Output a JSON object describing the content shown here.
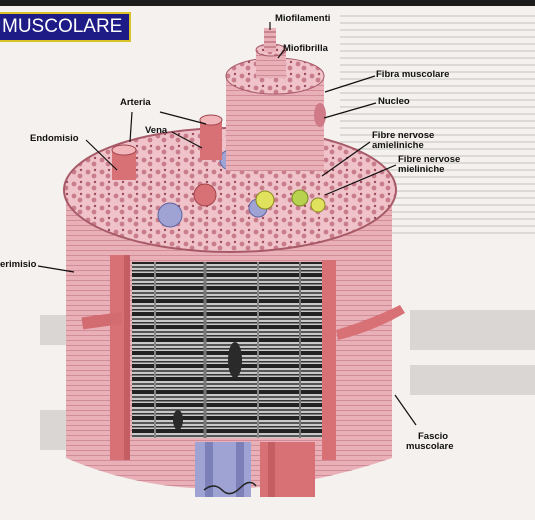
{
  "title": "MUSCOLARE",
  "labels": {
    "miofilamenti": "Miofilamenti",
    "miofibrilla": "Miofibrilla",
    "fibra_muscolare": "Fibra muscolare",
    "nucleo": "Nucleo",
    "arteria": "Arteria",
    "vena": "Vena",
    "endomisio": "Endomisio",
    "fibre_amieliniche_1": "Fibre nervose",
    "fibre_amieliniche_2": "amieliniche",
    "fibre_mieliniche_1": "Fibre nervose",
    "fibre_mieliniche_2": "mieliniche",
    "perimisio": "erimisio",
    "fascio_1": "Fascio",
    "fascio_2": "muscolare"
  },
  "colors": {
    "title_bg": "#1e1b86",
    "title_border": "#d8c326",
    "muscle_pink": "#e7aab3",
    "artery_red": "#d95f5a",
    "vein_blue": "#8b92c9",
    "nerve_yellow": "#d9dc5a"
  }
}
